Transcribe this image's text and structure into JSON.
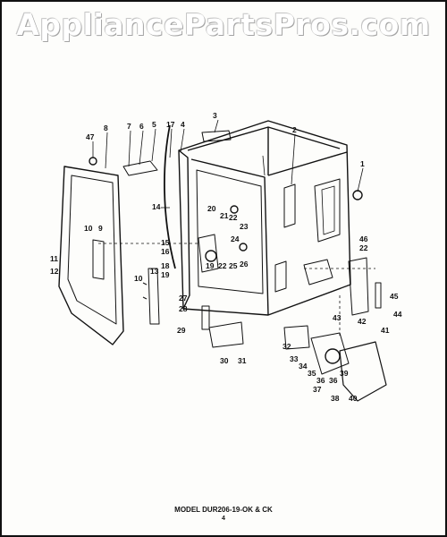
{
  "watermark": "AppliancePartsPros.com",
  "caption": {
    "model": "MODEL DUR206-19-OK & CK",
    "page": "4"
  },
  "callouts": [
    "1",
    "2",
    "3",
    "4",
    "5",
    "6",
    "7",
    "8",
    "9",
    "10",
    "10",
    "11",
    "12",
    "13",
    "14",
    "15",
    "16",
    "17",
    "18",
    "19",
    "19",
    "20",
    "21",
    "22",
    "22",
    "22",
    "23",
    "24",
    "25",
    "26",
    "27",
    "28",
    "29",
    "30",
    "31",
    "32",
    "33",
    "34",
    "35",
    "36",
    "36",
    "37",
    "38",
    "39",
    "40",
    "41",
    "42",
    "43",
    "44",
    "45",
    "46",
    "47"
  ]
}
